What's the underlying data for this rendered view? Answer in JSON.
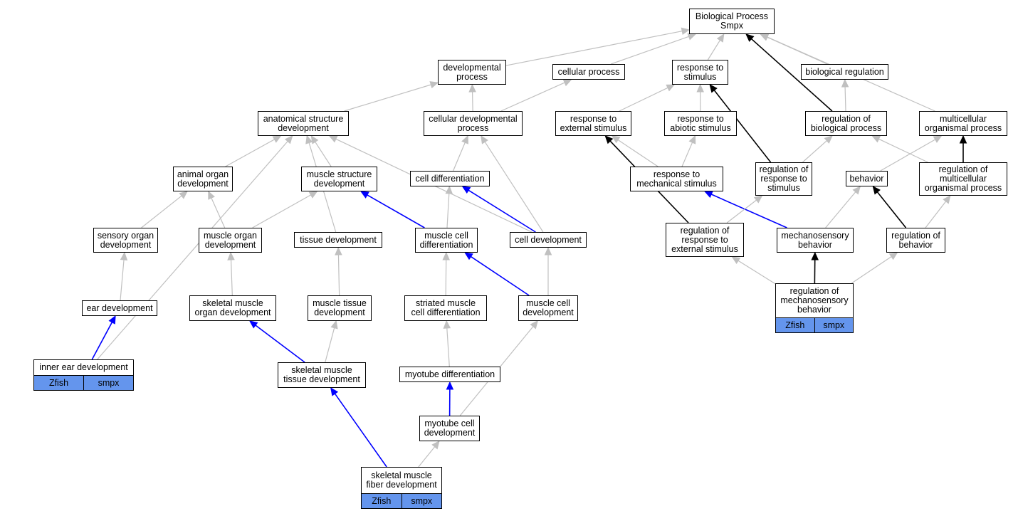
{
  "colors": {
    "gray": "#c0c0c0",
    "black": "#000000",
    "blue": "#0000ff",
    "annotation": "#6495ed"
  },
  "nodes": {
    "root": {
      "label": "Biological Process\nSmpx"
    },
    "dev_process": {
      "label": "developmental\nprocess"
    },
    "cellular_process": {
      "label": "cellular process"
    },
    "response_stimulus": {
      "label": "response to\nstimulus"
    },
    "bio_regulation": {
      "label": "biological regulation"
    },
    "anat_struct_dev": {
      "label": "anatomical structure\ndevelopment"
    },
    "cell_dev_process": {
      "label": "cellular developmental\nprocess"
    },
    "resp_external": {
      "label": "response to\nexternal stimulus"
    },
    "resp_abiotic": {
      "label": "response to\nabiotic stimulus"
    },
    "reg_bio_process": {
      "label": "regulation of\nbiological process"
    },
    "multicellular": {
      "label": "multicellular\norganismal process"
    },
    "animal_organ_dev": {
      "label": "animal organ\ndevelopment"
    },
    "muscle_struct_dev": {
      "label": "muscle structure\ndevelopment"
    },
    "cell_diff": {
      "label": "cell differentiation"
    },
    "resp_mechanical": {
      "label": "response to\nmechanical stimulus"
    },
    "reg_resp_stimulus": {
      "label": "regulation of\nresponse to\nstimulus"
    },
    "behavior": {
      "label": "behavior"
    },
    "reg_multicellular": {
      "label": "regulation of\nmulticellular\norganismal process"
    },
    "sensory_organ_dev": {
      "label": "sensory organ\ndevelopment"
    },
    "muscle_organ_dev": {
      "label": "muscle organ\ndevelopment"
    },
    "tissue_dev": {
      "label": "tissue development"
    },
    "muscle_cell_diff": {
      "label": "muscle cell\ndifferentiation"
    },
    "cell_development": {
      "label": "cell development"
    },
    "reg_resp_external": {
      "label": "regulation of\nresponse to\nexternal stimulus"
    },
    "mechanosensory": {
      "label": "mechanosensory\nbehavior"
    },
    "reg_behavior": {
      "label": "regulation of\nbehavior"
    },
    "ear_dev": {
      "label": "ear development"
    },
    "skel_muscle_organ_dev": {
      "label": "skeletal muscle\norgan development"
    },
    "muscle_tissue_dev": {
      "label": "muscle tissue\ndevelopment"
    },
    "striated_diff": {
      "label": "striated muscle\ncell differentiation"
    },
    "muscle_cell_dev": {
      "label": "muscle cell\ndevelopment"
    },
    "reg_mechanosensory": {
      "label": "regulation of\nmechanosensory\nbehavior",
      "annotations": [
        "Zfish",
        "smpx"
      ]
    },
    "inner_ear_dev": {
      "label": "inner ear development",
      "annotations": [
        "Zfish",
        "smpx"
      ]
    },
    "skel_muscle_tissue_dev": {
      "label": "skeletal muscle\ntissue development"
    },
    "myotube_diff": {
      "label": "myotube differentiation"
    },
    "myotube_cell_dev": {
      "label": "myotube cell\ndevelopment"
    },
    "skel_muscle_fiber_dev": {
      "label": "skeletal muscle\nfiber development",
      "annotations": [
        "Zfish",
        "smpx"
      ]
    }
  },
  "edges": [
    {
      "from": "dev_process",
      "to": "root",
      "color": "gray"
    },
    {
      "from": "cellular_process",
      "to": "root",
      "color": "gray"
    },
    {
      "from": "response_stimulus",
      "to": "root",
      "color": "gray"
    },
    {
      "from": "bio_regulation",
      "to": "root",
      "color": "gray"
    },
    {
      "from": "reg_bio_process",
      "to": "root",
      "color": "black"
    },
    {
      "from": "multicellular",
      "to": "root",
      "color": "gray"
    },
    {
      "from": "anat_struct_dev",
      "to": "dev_process",
      "color": "gray"
    },
    {
      "from": "cell_dev_process",
      "to": "dev_process",
      "color": "gray"
    },
    {
      "from": "cell_dev_process",
      "to": "cellular_process",
      "color": "gray"
    },
    {
      "from": "resp_external",
      "to": "response_stimulus",
      "color": "gray"
    },
    {
      "from": "resp_abiotic",
      "to": "response_stimulus",
      "color": "gray"
    },
    {
      "from": "reg_resp_stimulus",
      "to": "response_stimulus",
      "color": "black"
    },
    {
      "from": "reg_bio_process",
      "to": "bio_regulation",
      "color": "gray"
    },
    {
      "from": "animal_organ_dev",
      "to": "anat_struct_dev",
      "color": "gray"
    },
    {
      "from": "muscle_struct_dev",
      "to": "anat_struct_dev",
      "color": "gray"
    },
    {
      "from": "tissue_dev",
      "to": "anat_struct_dev",
      "color": "gray"
    },
    {
      "from": "cell_development",
      "to": "anat_struct_dev",
      "color": "gray"
    },
    {
      "from": "inner_ear_dev",
      "to": "anat_struct_dev",
      "color": "gray"
    },
    {
      "from": "cell_diff",
      "to": "cell_dev_process",
      "color": "gray"
    },
    {
      "from": "cell_development",
      "to": "cell_dev_process",
      "color": "gray"
    },
    {
      "from": "resp_mechanical",
      "to": "resp_external",
      "color": "gray"
    },
    {
      "from": "reg_resp_external",
      "to": "resp_external",
      "color": "black"
    },
    {
      "from": "resp_mechanical",
      "to": "resp_abiotic",
      "color": "gray"
    },
    {
      "from": "reg_resp_stimulus",
      "to": "reg_bio_process",
      "color": "gray"
    },
    {
      "from": "reg_multicellular",
      "to": "reg_bio_process",
      "color": "gray"
    },
    {
      "from": "behavior",
      "to": "multicellular",
      "color": "gray"
    },
    {
      "from": "reg_multicellular",
      "to": "multicellular",
      "color": "black"
    },
    {
      "from": "sensory_organ_dev",
      "to": "animal_organ_dev",
      "color": "gray"
    },
    {
      "from": "muscle_organ_dev",
      "to": "animal_organ_dev",
      "color": "gray"
    },
    {
      "from": "muscle_organ_dev",
      "to": "muscle_struct_dev",
      "color": "gray"
    },
    {
      "from": "muscle_cell_diff",
      "to": "muscle_struct_dev",
      "color": "blue"
    },
    {
      "from": "muscle_cell_diff",
      "to": "cell_diff",
      "color": "gray"
    },
    {
      "from": "cell_development",
      "to": "cell_diff",
      "color": "blue"
    },
    {
      "from": "mechanosensory",
      "to": "resp_mechanical",
      "color": "blue"
    },
    {
      "from": "reg_resp_external",
      "to": "reg_resp_stimulus",
      "color": "gray"
    },
    {
      "from": "mechanosensory",
      "to": "behavior",
      "color": "gray"
    },
    {
      "from": "reg_behavior",
      "to": "behavior",
      "color": "black"
    },
    {
      "from": "reg_behavior",
      "to": "reg_multicellular",
      "color": "gray"
    },
    {
      "from": "ear_dev",
      "to": "sensory_organ_dev",
      "color": "gray"
    },
    {
      "from": "skel_muscle_organ_dev",
      "to": "muscle_organ_dev",
      "color": "gray"
    },
    {
      "from": "muscle_tissue_dev",
      "to": "tissue_dev",
      "color": "gray"
    },
    {
      "from": "striated_diff",
      "to": "muscle_cell_diff",
      "color": "gray"
    },
    {
      "from": "muscle_cell_dev",
      "to": "muscle_cell_diff",
      "color": "blue"
    },
    {
      "from": "muscle_cell_dev",
      "to": "cell_development",
      "color": "gray"
    },
    {
      "from": "reg_mechanosensory",
      "to": "reg_resp_external",
      "color": "gray"
    },
    {
      "from": "reg_mechanosensory",
      "to": "mechanosensory",
      "color": "black"
    },
    {
      "from": "reg_mechanosensory",
      "to": "reg_behavior",
      "color": "gray"
    },
    {
      "from": "inner_ear_dev",
      "to": "ear_dev",
      "color": "blue"
    },
    {
      "from": "skel_muscle_tissue_dev",
      "to": "skel_muscle_organ_dev",
      "color": "blue"
    },
    {
      "from": "skel_muscle_tissue_dev",
      "to": "muscle_tissue_dev",
      "color": "gray"
    },
    {
      "from": "myotube_diff",
      "to": "striated_diff",
      "color": "gray"
    },
    {
      "from": "myotube_cell_dev",
      "to": "myotube_diff",
      "color": "blue"
    },
    {
      "from": "myotube_cell_dev",
      "to": "muscle_cell_dev",
      "color": "gray"
    },
    {
      "from": "skel_muscle_fiber_dev",
      "to": "skel_muscle_tissue_dev",
      "color": "blue"
    },
    {
      "from": "skel_muscle_fiber_dev",
      "to": "myotube_cell_dev",
      "color": "gray"
    }
  ]
}
